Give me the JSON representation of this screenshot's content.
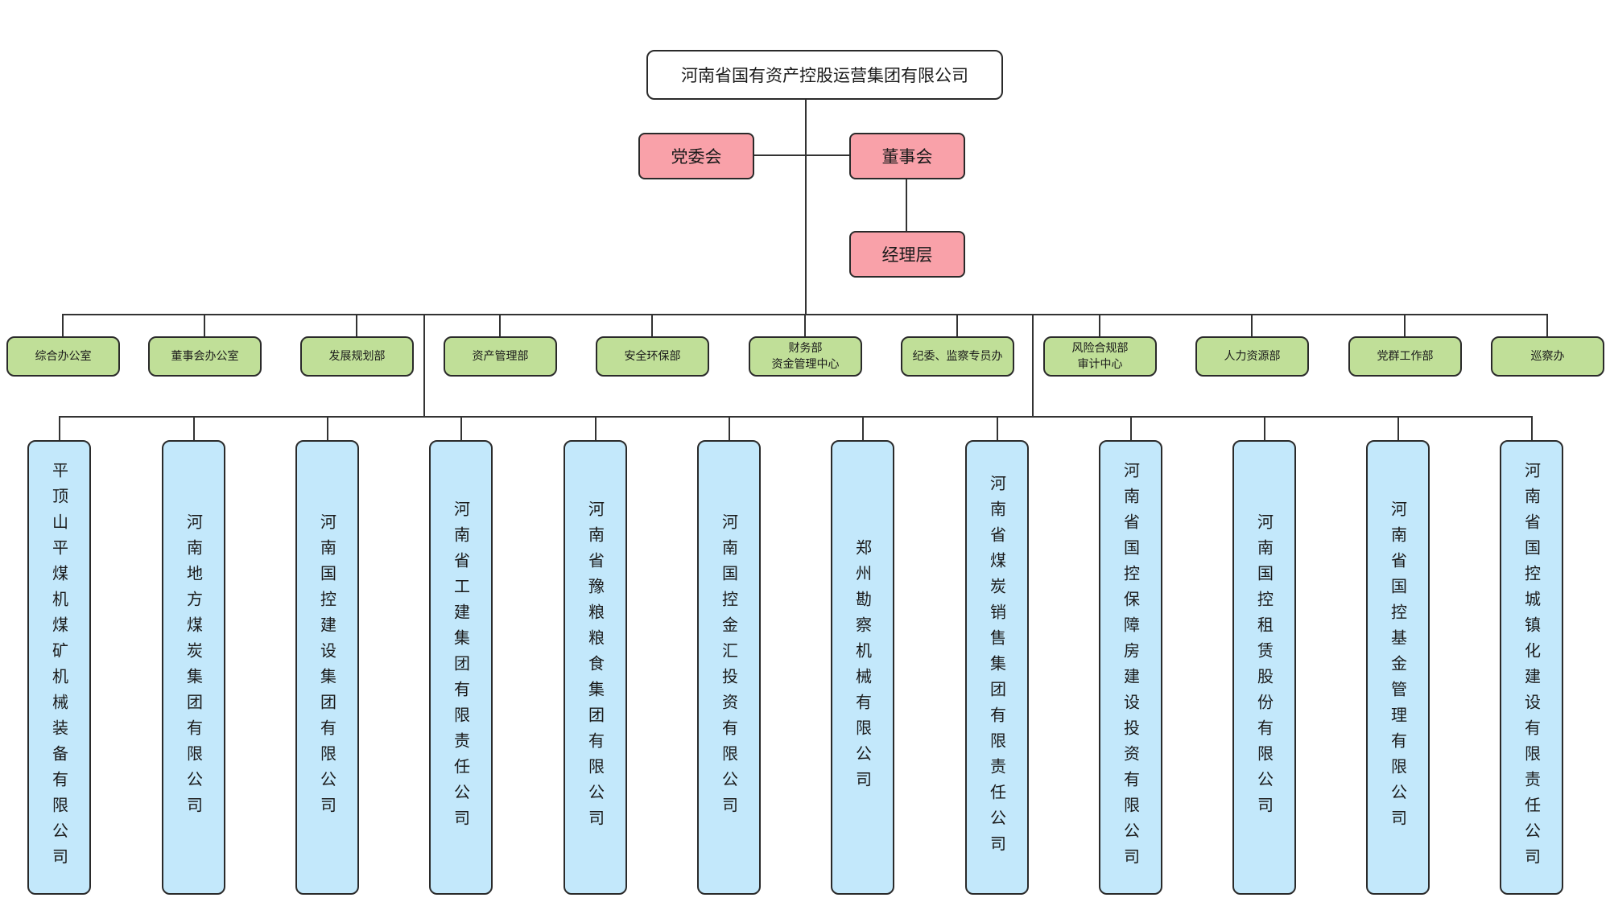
{
  "root": {
    "label": "河南省国有资产控股运营集团有限公司"
  },
  "governance": {
    "party_committee": "党委会",
    "board": "董事会",
    "management": "经理层"
  },
  "departments": [
    {
      "lines": [
        "综合办公室"
      ]
    },
    {
      "lines": [
        "董事会办公室"
      ]
    },
    {
      "lines": [
        "发展规划部"
      ]
    },
    {
      "lines": [
        "资产管理部"
      ]
    },
    {
      "lines": [
        "安全环保部"
      ]
    },
    {
      "lines": [
        "财务部",
        "资金管理中心"
      ]
    },
    {
      "lines": [
        "纪委、监察专员办"
      ]
    },
    {
      "lines": [
        "风险合规部",
        "审计中心"
      ]
    },
    {
      "lines": [
        "人力资源部"
      ]
    },
    {
      "lines": [
        "党群工作部"
      ]
    },
    {
      "lines": [
        "巡察办"
      ]
    }
  ],
  "subsidiaries": [
    "平顶山平煤机煤矿机械装备有限公司",
    "河南地方煤炭集团有限公司",
    "河南国控建设集团有限公司",
    "河南省工建集团有限责任公司",
    "河南省豫粮粮食集团有限公司",
    "河南国控金汇投资有限公司",
    "郑州勘察机械有限公司",
    "河南省煤炭销售集团有限责任公司",
    "河南省国控保障房建设投资有限公司",
    "河南国控租赁股份有限公司",
    "河南省国控基金管理有限公司",
    "河南省国控城镇化建设有限责任公司"
  ],
  "colors": {
    "root_fill": "#ffffff",
    "governance_fill": "#f9a1a9",
    "department_fill": "#c0df98",
    "subsidiary_fill": "#c3e8fb",
    "connector": "#333333"
  }
}
